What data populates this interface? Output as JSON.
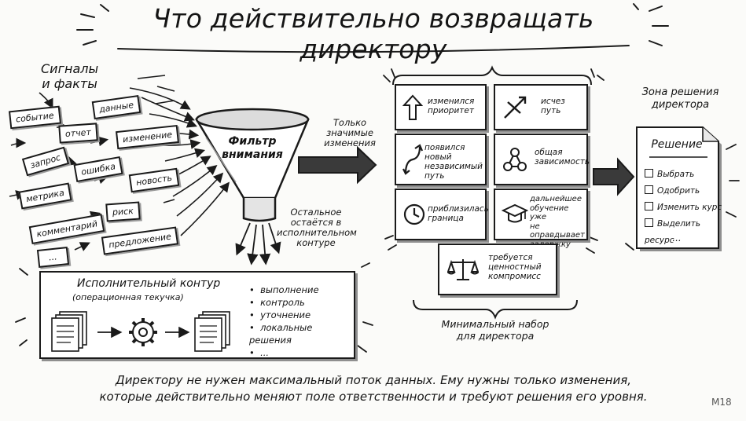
{
  "title": "Что действительно возвращать директору",
  "signals": {
    "heading_line1": "Сигналы",
    "heading_line2": "и факты",
    "chips": [
      "событие",
      "данные",
      "отчет",
      "изменение",
      "запрос",
      "ошибка",
      "новость",
      "метрика",
      "комментарий",
      "риск",
      "предложение",
      "..."
    ]
  },
  "funnel": {
    "label_line1": "Фильтр",
    "label_line2": "внимания",
    "top_note": [
      "Только",
      "значимые",
      "изменения"
    ],
    "bottom_note": [
      "Остальное",
      "остаётся в",
      "исполнительном",
      "контуре"
    ]
  },
  "exec_contour": {
    "title": "Исполнительный контур",
    "subtitle": "(операционная текучка)",
    "items": [
      "выполнение",
      "контроль",
      "уточнение",
      "локальные решения",
      "..."
    ]
  },
  "changes": [
    {
      "icon": "arrow-up-icon",
      "lines": [
        "изменился",
        "приоритет"
      ]
    },
    {
      "icon": "broken-path-icon",
      "lines": [
        "исчез",
        "путь"
      ]
    },
    {
      "icon": "new-path-icon",
      "lines": [
        "появился новый",
        "независимый",
        "путь"
      ]
    },
    {
      "icon": "dependency-icon",
      "lines": [
        "общая",
        "зависимость"
      ]
    },
    {
      "icon": "clock-icon",
      "lines": [
        "приблизилась",
        "граница"
      ]
    },
    {
      "icon": "graduation-cap-icon",
      "lines": [
        "дальнейшее",
        "обучение уже",
        "не оправдывает",
        "задержку"
      ]
    },
    {
      "icon": "scales-icon",
      "lines": [
        "требуется",
        "ценностный",
        "компромисс"
      ]
    }
  ],
  "changes_caption": [
    "Минимальный набор",
    "для директора"
  ],
  "decision_zone": {
    "heading_line1": "Зона решения",
    "heading_line2": "директора",
    "doc_title": "Решение",
    "options": [
      "Выбрать",
      "Одобрить",
      "Изменить курс",
      "Выделить ресурс"
    ],
    "more": "..."
  },
  "footer": {
    "line1": "Директору не нужен максимальный поток данных. Ему нужны только изменения,",
    "line2": "которые действительно меняют поле ответственности и требуют решения его уровня."
  },
  "slide_number": "M18"
}
